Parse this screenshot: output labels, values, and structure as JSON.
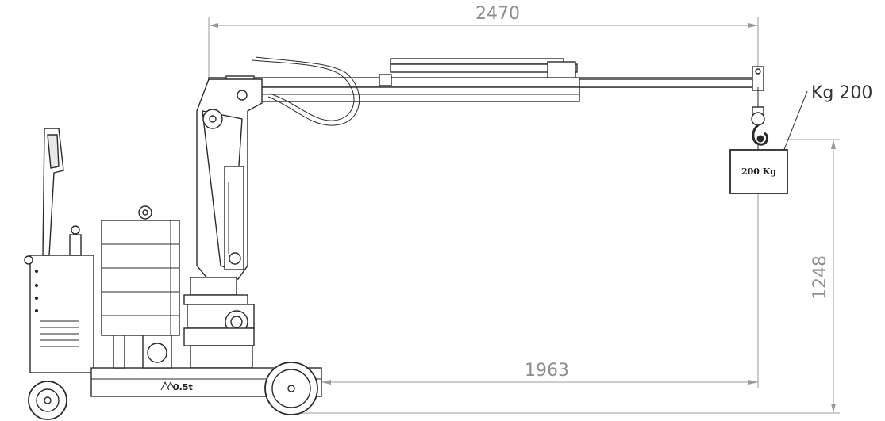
{
  "dimensions": {
    "boom_reach": "2470",
    "wheel_to_hook": "1963",
    "hook_height": "1248"
  },
  "load": {
    "capacity_label": "Kg 200",
    "weight_label": "200 Kg"
  },
  "machine": {
    "brand_label": "0.5t"
  },
  "colors": {
    "line": "#2a2a2a",
    "dimension": "#9a9a9a",
    "background": "#ffffff"
  }
}
